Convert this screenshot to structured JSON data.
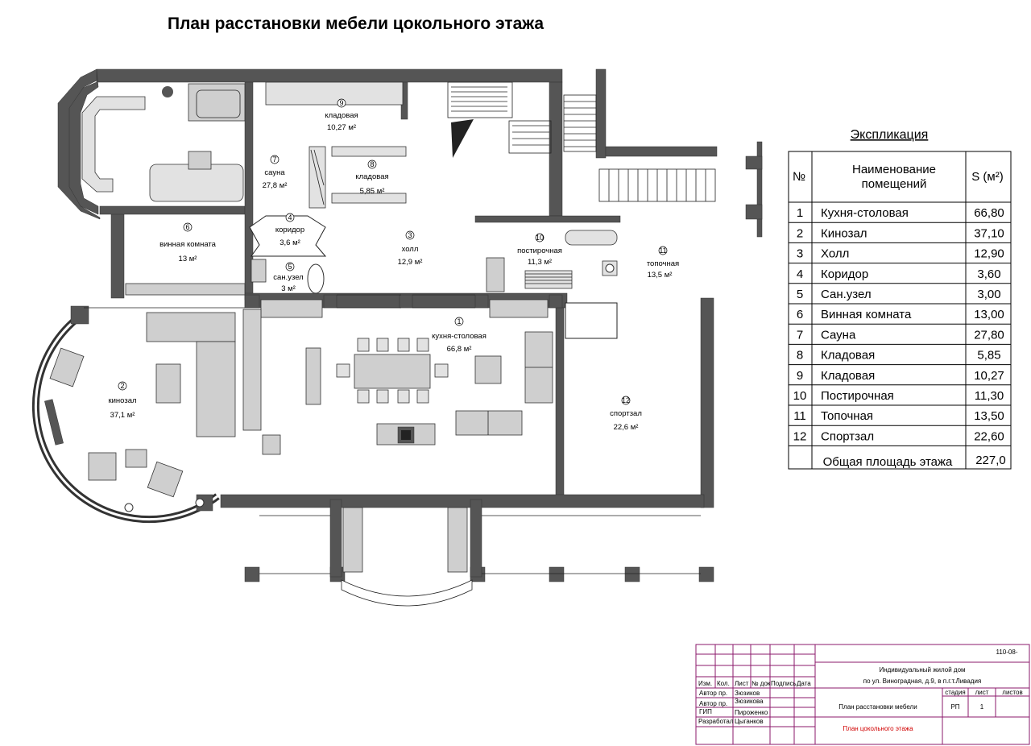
{
  "title": "План расстановки мебели цокольного этажа",
  "rooms": [
    {
      "n": "1",
      "name": "кухня-столовая",
      "area": "66,8 м²"
    },
    {
      "n": "2",
      "name": "кинозал",
      "area": "37,1 м²"
    },
    {
      "n": "3",
      "name": "холл",
      "area": "12,9 м²"
    },
    {
      "n": "4",
      "name": "коридор",
      "area": "3,6 м²"
    },
    {
      "n": "5",
      "name": "сан.узел",
      "area": "3 м²"
    },
    {
      "n": "6",
      "name": "винная комната",
      "area": "13 м²"
    },
    {
      "n": "7",
      "name": "сауна",
      "area": "27,8 м²"
    },
    {
      "n": "8",
      "name": "кладовая",
      "area": "5,85 м²"
    },
    {
      "n": "9",
      "name": "кладовая",
      "area": "10,27 м²"
    },
    {
      "n": "10",
      "name": "постирочная",
      "area": "11,3 м²"
    },
    {
      "n": "11",
      "name": "топочная",
      "area": "13,5 м²"
    },
    {
      "n": "12",
      "name": "спортзал",
      "area": "22,6 м²"
    }
  ],
  "explication": {
    "title": "Экспликация",
    "col_no": "№",
    "col_name_1": "Наименование",
    "col_name_2": "помещений",
    "col_area": "S (м²)",
    "rows": [
      {
        "n": "1",
        "name": "Кухня-столовая",
        "area": "66,80"
      },
      {
        "n": "2",
        "name": "Кинозал",
        "area": "37,10"
      },
      {
        "n": "3",
        "name": "Холл",
        "area": "12,90"
      },
      {
        "n": "4",
        "name": "Коридор",
        "area": "3,60"
      },
      {
        "n": "5",
        "name": "Сан.узел",
        "area": "3,00"
      },
      {
        "n": "6",
        "name": "Винная комната",
        "area": "13,00"
      },
      {
        "n": "7",
        "name": "Сауна",
        "area": "27,80"
      },
      {
        "n": "8",
        "name": "Кладовая",
        "area": "5,85"
      },
      {
        "n": "9",
        "name": "Кладовая",
        "area": "10,27"
      },
      {
        "n": "10",
        "name": "Постирочная",
        "area": "11,30"
      },
      {
        "n": "11",
        "name": "Топочная",
        "area": "13,50"
      },
      {
        "n": "12",
        "name": "Спортзал",
        "area": "22,60"
      }
    ],
    "total_label": "Общая площадь этажа",
    "total_value": "227,0"
  },
  "stamp": {
    "code": "110-08-",
    "project_1": "Индивидуальный жилой дом",
    "project_2": "по ул. Виноградная, д.9, в п.г.т.Ливадия",
    "hdr": [
      "Изм.",
      "Кол.",
      "Лист",
      "№ док",
      "Подпись",
      "Дата"
    ],
    "roles": [
      {
        "role": "Автор пр.",
        "name": "Зюзиков"
      },
      {
        "role": "Автор пр.",
        "name": "Зюзикова"
      },
      {
        "role": "ГИП",
        "name": "Пироженко"
      },
      {
        "role": "Разработал",
        "name": "Цыганков"
      }
    ],
    "sheet_title": "План  расстановки мебели",
    "sheet_subtitle": "План цокольного этажа",
    "stage_label": "стадия",
    "sheet_label": "лист",
    "sheets_label": "листов",
    "stage": "РП",
    "sheet": "1"
  }
}
